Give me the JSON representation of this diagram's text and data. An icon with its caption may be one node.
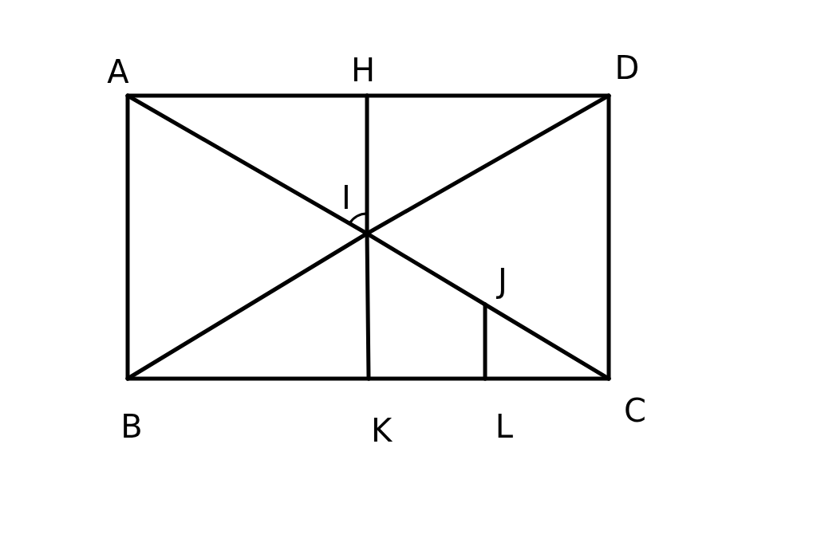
{
  "diagram": {
    "nodes": [
      {
        "text": [
          "A"
        ]
      },
      {
        "text": [
          "H"
        ]
      },
      {
        "text": [
          "D"
        ]
      },
      {
        "text": [
          "I"
        ]
      },
      {
        "text": [
          "J"
        ]
      },
      {
        "text": [
          "B"
        ]
      },
      {
        "text": [
          "K"
        ]
      },
      {
        "text": [
          "L"
        ]
      },
      {
        "text": [
          "C"
        ]
      }
    ],
    "edges": [
      {
        "from": 0,
        "to": 1,
        "arrow": "none"
      },
      {
        "from": 1,
        "to": 2,
        "arrow": "none"
      },
      {
        "from": 2,
        "to": 8,
        "arrow": "none"
      },
      {
        "from": 5,
        "to": 6,
        "arrow": "none"
      },
      {
        "from": 6,
        "to": 7,
        "arrow": "none"
      },
      {
        "from": 7,
        "to": 8,
        "arrow": "none"
      },
      {
        "from": 0,
        "to": 5,
        "arrow": "none"
      },
      {
        "from": 0,
        "to": 3,
        "arrow": "none"
      },
      {
        "from": 3,
        "to": 4,
        "arrow": "none"
      },
      {
        "from": 4,
        "to": 8,
        "arrow": "none"
      },
      {
        "from": 5,
        "to": 3,
        "arrow": "none"
      },
      {
        "from": 3,
        "to": 2,
        "arrow": "none"
      },
      {
        "from": 1,
        "to": 3,
        "arrow": "none"
      },
      {
        "from": 3,
        "to": 6,
        "arrow": "none"
      },
      {
        "from": 4,
        "to": 7,
        "arrow": "none"
      }
    ]
  }
}
